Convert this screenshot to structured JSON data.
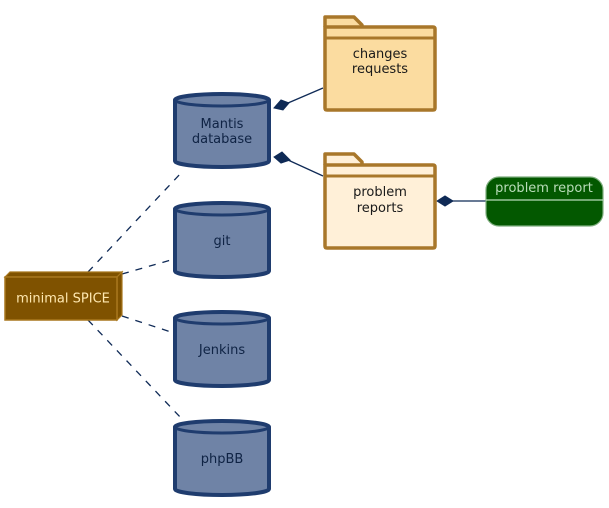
{
  "colors": {
    "node_fill": "#7f5200",
    "node_text": "#ffe8b0",
    "db_fill": "#6f83a6",
    "db_stroke": "#1f3c6e",
    "db_text": "#0f2344",
    "folder_stroke": "#a8772a",
    "folder1_fill": "#fbdca0",
    "folder2_fill": "#fff0d8",
    "artifact_fill": "#035800",
    "artifact_text": "#b9dcb9",
    "edge": "#0f2a56"
  },
  "node": {
    "label": "minimal SPICE"
  },
  "databases": {
    "mantis": {
      "line1": "Mantis",
      "line2": "database"
    },
    "git": {
      "label": "git"
    },
    "jenkins": {
      "label": "Jenkins"
    },
    "phpbb": {
      "label": "phpBB"
    }
  },
  "folders": {
    "changes": {
      "line1": "changes",
      "line2": "requests"
    },
    "problems": {
      "line1": "problem",
      "line2": "reports"
    }
  },
  "artifact": {
    "label": "problem report"
  }
}
